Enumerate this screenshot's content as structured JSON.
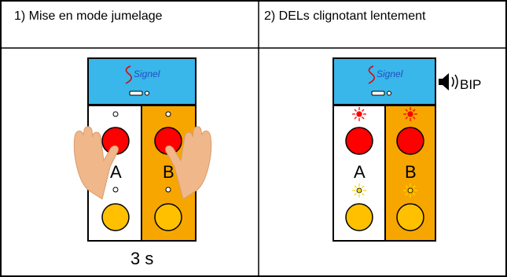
{
  "table": {
    "headers": [
      "1) Mise en mode jumelage",
      "2) DELs clignotant lentement"
    ]
  },
  "panel_left": {
    "logo_text": "Signel",
    "button_a_label": "A",
    "button_b_label": "B",
    "duration_caption": "3 s"
  },
  "panel_right": {
    "logo_text": "Signel",
    "button_a_label": "A",
    "button_b_label": "B",
    "beep_label": "BIP"
  },
  "colors": {
    "border": "#000000",
    "header_blue": "#39b6ea",
    "orange": "#f7a600",
    "red_button": "#ff0000",
    "yellow_button": "#ffc000",
    "skin": "#f0b88a"
  }
}
